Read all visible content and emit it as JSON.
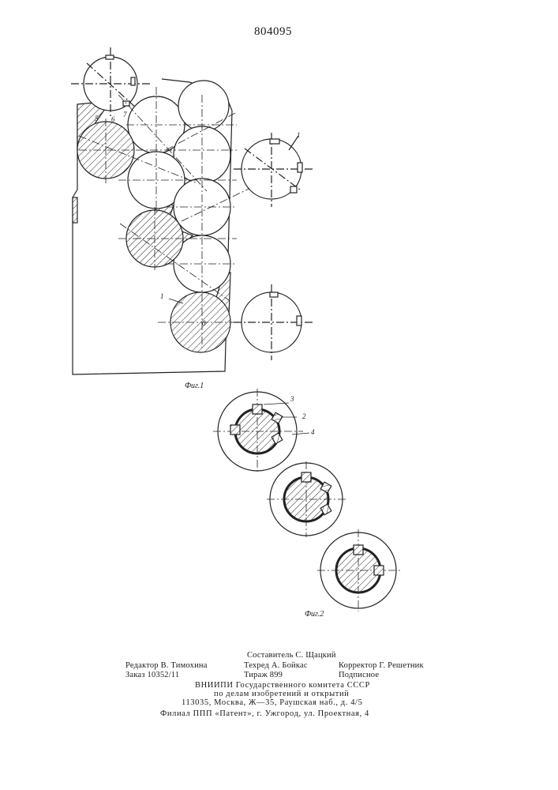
{
  "patent_number": "804095",
  "figure1": {
    "caption": "Фиг.1",
    "labels": {
      "part_1_top": "1",
      "part_1_bottom": "1",
      "l5": "5",
      "l6": "6",
      "l7": "7",
      "center_o": "0"
    }
  },
  "figure2": {
    "caption": "Фиг.2",
    "labels": {
      "l3": "3",
      "l2": "2",
      "l4": "4"
    }
  },
  "imprint": {
    "editor": "Редактор В. Тимохина",
    "order": "Заказ 10352/11",
    "compiler": "Составитель С. Щацкий",
    "techred": "Техред А. Бойкас",
    "circulation": "Тираж 899",
    "corrector": "Корректор Г. Решетник",
    "subscription": "Подписное",
    "org_line1": "ВНИИПИ Государственного комитета СССР",
    "org_line2": "по делам изобретений и открытий",
    "address": "113035, Москва, Ж—35, Раушская наб., д. 4/5",
    "branch": "Филиал ППП «Патент», г. Ужгород, ул. Проектная, 4"
  }
}
